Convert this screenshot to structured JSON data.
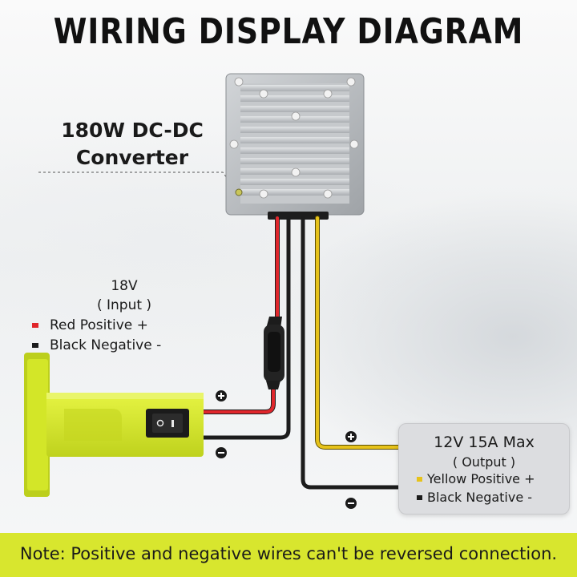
{
  "title": "WIRING DISPLAY DIAGRAM",
  "converter": {
    "line1": "180W DC-DC",
    "line2": "Converter"
  },
  "input": {
    "voltage": "18V",
    "label": "( Input )",
    "positive": "Red Positive +",
    "negative": "Black Negative -"
  },
  "output": {
    "rating": "12V 15A Max",
    "label": "( Output )",
    "positive": "Yellow Positive +",
    "negative": "Black Negative -"
  },
  "note": "Note: Positive and negative wires can't be reversed connection.",
  "colors": {
    "red_wire": "#e0262b",
    "black_wire": "#1c1c1c",
    "yellow_wire": "#e6c21a",
    "battery": "#d8ec2a",
    "note_bar": "#d8e62e",
    "converter_body": "#b8bcc0"
  },
  "icons": {
    "plus": "plus-sign",
    "minus": "minus-sign"
  }
}
